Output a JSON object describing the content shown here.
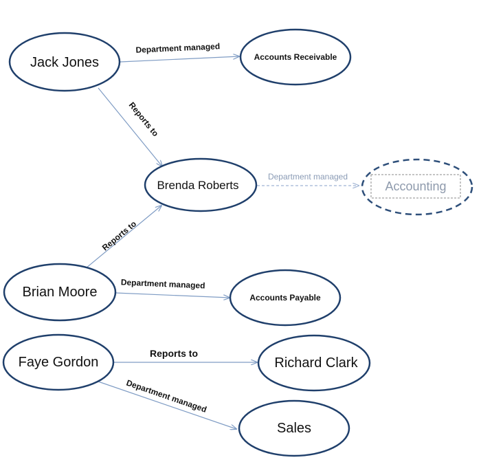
{
  "nodes": {
    "jack_jones": "Jack Jones",
    "accounts_receivable": "Accounts Receivable",
    "brenda_roberts": "Brenda Roberts",
    "accounting": "Accounting",
    "brian_moore": "Brian Moore",
    "accounts_payable": "Accounts Payable",
    "faye_gordon": "Faye Gordon",
    "richard_clark": "Richard Clark",
    "sales": "Sales"
  },
  "edges": {
    "jack_dept": "Department managed",
    "jack_reports": "Reports to",
    "brenda_dept": "Department managed",
    "brian_reports": "Reports to",
    "brian_dept": "Department managed",
    "faye_reports": "Reports to",
    "faye_dept": "Department managed"
  },
  "colors": {
    "node_stroke": "#1f3f6b",
    "edge": "#7f9cc4",
    "ghost_text": "#8e9aac"
  }
}
